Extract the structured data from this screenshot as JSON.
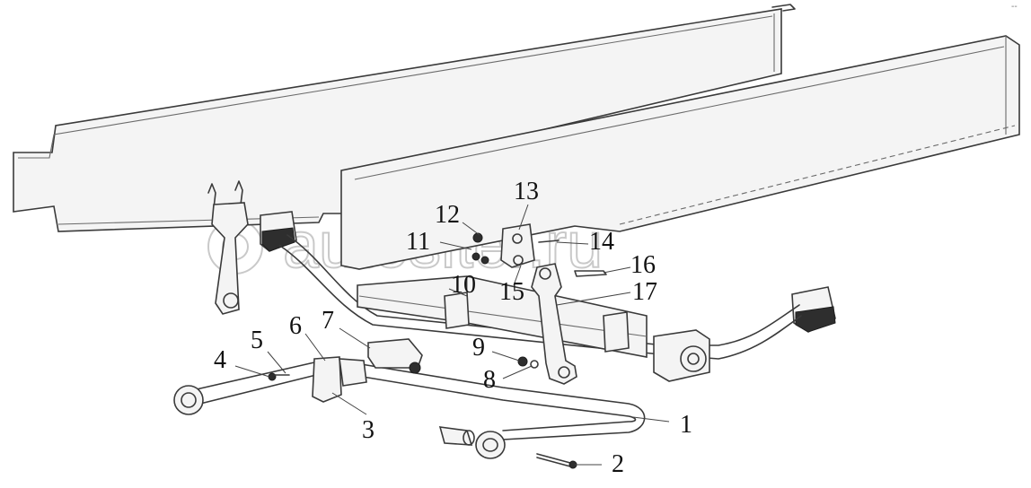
{
  "watermark": "autositer.ru",
  "corner_mark": "--",
  "callouts": [
    {
      "id": "1",
      "label": "1"
    },
    {
      "id": "2",
      "label": "2"
    },
    {
      "id": "3",
      "label": "3"
    },
    {
      "id": "4",
      "label": "4"
    },
    {
      "id": "5",
      "label": "5"
    },
    {
      "id": "6",
      "label": "6"
    },
    {
      "id": "7",
      "label": "7"
    },
    {
      "id": "8",
      "label": "8"
    },
    {
      "id": "9",
      "label": "9"
    },
    {
      "id": "10",
      "label": "10"
    },
    {
      "id": "11",
      "label": "11"
    },
    {
      "id": "12",
      "label": "12"
    },
    {
      "id": "13",
      "label": "13"
    },
    {
      "id": "14",
      "label": "14"
    },
    {
      "id": "15",
      "label": "15"
    },
    {
      "id": "16",
      "label": "16"
    },
    {
      "id": "17",
      "label": "17"
    }
  ]
}
